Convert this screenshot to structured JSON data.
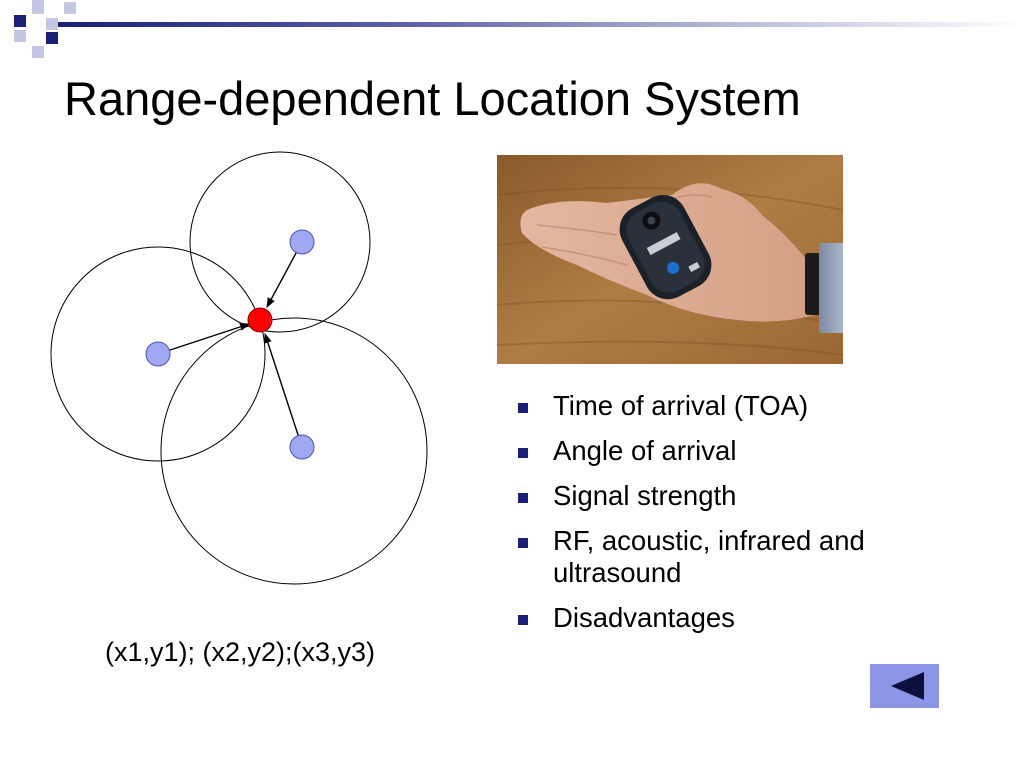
{
  "slide": {
    "title": "Range-dependent Location System",
    "coordinates_caption": "(x1,y1); (x2,y2);(x3,y3)"
  },
  "bullets": [
    {
      "text": "Time of arrival (TOA)"
    },
    {
      "text": "Angle of arrival"
    },
    {
      "text": "Signal strength"
    },
    {
      "text": "RF, acoustic, infrared and ultrasound"
    },
    {
      "text": "Disadvantages"
    }
  ],
  "photo": {
    "subject": "hand-holding-location-badge"
  },
  "navigation": {
    "back_icon": "back-triangle-icon"
  },
  "colors": {
    "accent": "#1a1f78",
    "beacon_fill": "#9fa8f0",
    "target_fill": "#ff0000",
    "nav_button_fill": "#8c95e6"
  }
}
